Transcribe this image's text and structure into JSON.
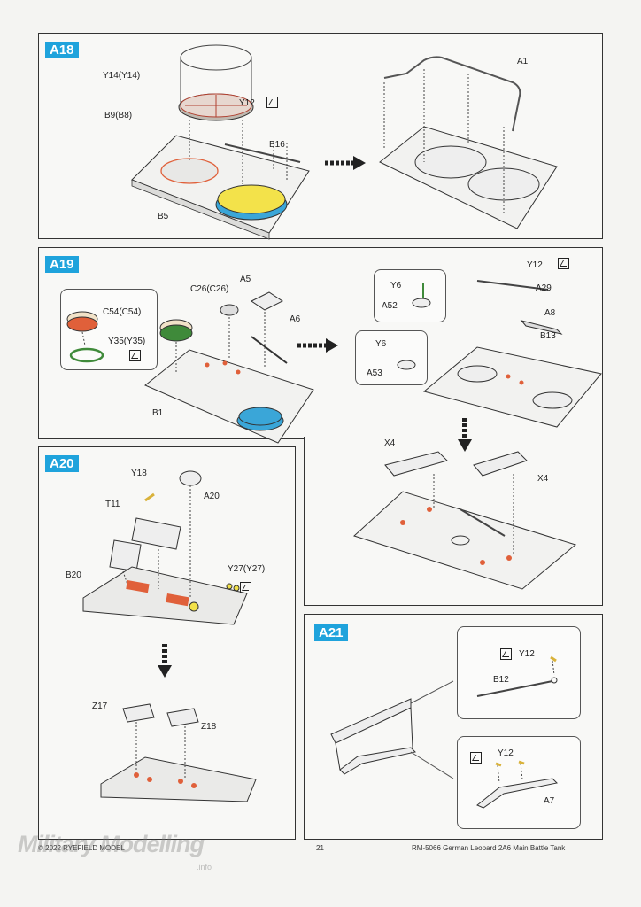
{
  "steps": {
    "a18": {
      "tag": "A18",
      "labels": {
        "y14": "Y14(Y14)",
        "y12": "Y12",
        "b9": "B9(B8)",
        "b16": "B16",
        "b5": "B5",
        "a1": "A1"
      }
    },
    "a19": {
      "tag": "A19",
      "labels": {
        "c54": "C54(C54)",
        "y35": "Y35(Y35)",
        "c26": "C26(C26)",
        "a5": "A5",
        "a6": "A6",
        "b1": "B1",
        "y6a": "Y6",
        "a52": "A52",
        "y6b": "Y6",
        "a53": "A53",
        "y12": "Y12",
        "a29": "A29",
        "a8": "A8",
        "b13": "B13",
        "x4a": "X4",
        "x4b": "X4"
      }
    },
    "a20": {
      "tag": "A20",
      "labels": {
        "y18": "Y18",
        "a20": "A20",
        "t11": "T11",
        "y27": "Y27(Y27)",
        "b20": "B20",
        "z17": "Z17",
        "z18": "Z18"
      }
    },
    "a21": {
      "tag": "A21",
      "labels": {
        "y12a": "Y12",
        "b12": "B12",
        "y12b": "Y12",
        "a7": "A7"
      }
    }
  },
  "footer": {
    "copyright": "© 2022 RYEFIELD MODEL",
    "page": "21",
    "product": "RM-5066 German Leopard 2A6 Main Battle Tank"
  },
  "watermark": {
    "text": "Military Modelling",
    "sub": ".info"
  },
  "colors": {
    "accent_blue": "#1fa3dc",
    "yellow_part": "#f3e24a",
    "blue_part": "#3aa6d8",
    "orange_glue": "#e0603a",
    "green_ring": "#3f8a3a"
  }
}
